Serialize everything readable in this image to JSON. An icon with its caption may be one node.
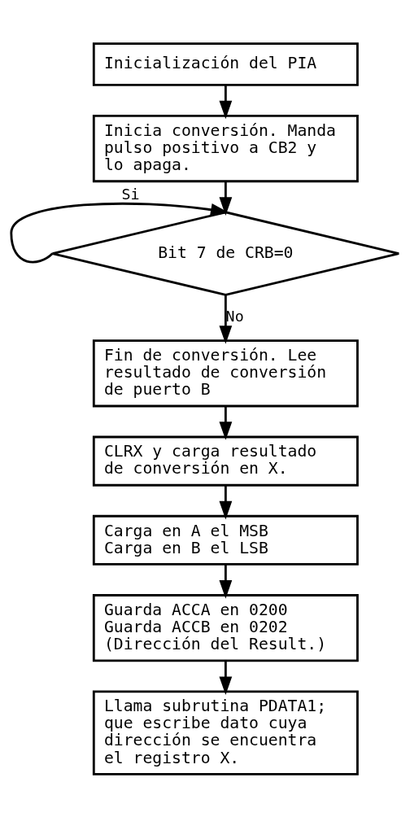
{
  "diagram": {
    "nodes": [
      {
        "text": [
          "Inicialización del PIA"
        ]
      },
      {
        "text": [
          "Inicia conversión. Manda pulso positivo a CB2 y lo apaga."
        ]
      },
      {
        "text": [
          "Bit 7 de CRB=0"
        ]
      },
      {
        "text": [
          "Fin de conversión. Lee resultado de conversión de puerto B"
        ]
      },
      {
        "text": [
          "CLRX y carga resultado de conversión en X."
        ]
      },
      {
        "text": [
          "Carga en A el MSB",
          "Carga en B el LSB"
        ]
      },
      {
        "text": [
          "Guarda ACCA en 0200",
          "Guarda ACCB en 0202",
          "(Dirección del Result.)"
        ]
      },
      {
        "text": [
          "Llama subrutina PDATA1; que escribe dato cuya dirección se encuentra el registro X."
        ]
      }
    ],
    "edges": [
      {
        "from": 0,
        "to": 1,
        "arrow": "to"
      },
      {
        "from": 1,
        "to": 2,
        "arrow": "to"
      },
      {
        "from": 2,
        "to": 2,
        "arrow": "to",
        "label": "Si"
      },
      {
        "from": 2,
        "to": 3,
        "arrow": "to",
        "label": "No"
      },
      {
        "from": 3,
        "to": 4,
        "arrow": "to"
      },
      {
        "from": 4,
        "to": 5,
        "arrow": "to"
      },
      {
        "from": 5,
        "to": 6,
        "arrow": "to"
      },
      {
        "from": 6,
        "to": 7,
        "arrow": "to"
      }
    ]
  }
}
